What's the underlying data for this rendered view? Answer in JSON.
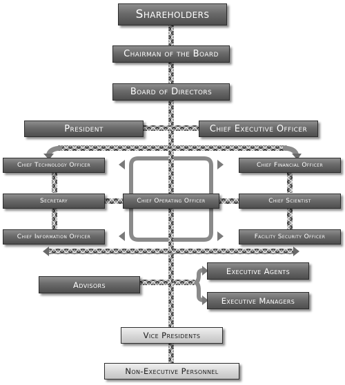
{
  "nodes": {
    "shareholders": "Shareholders",
    "chairman": "Chairman of the Board",
    "board": "Board of Directors",
    "president": "President",
    "ceo": "Chief Executive Officer",
    "cto": "Chief Technology Officer",
    "cfo": "Chief Financial Officer",
    "secretary": "Secretary",
    "coo": "Chief Operating Officer",
    "chief_scientist": "Chief Scientist",
    "cio": "Chief Information Officer",
    "fso": "Facility Security Officer",
    "executive_agents": "Executive Agents",
    "advisors": "Advisors",
    "executive_managers": "Executive Managers",
    "vice_presidents": "Vice Presidents",
    "non_executive": "Non-Executive Personnel"
  },
  "colors": {
    "box_dark": "#5f5f5f",
    "box_light": "#d8d8d8",
    "connector": "#8a8a8a"
  }
}
